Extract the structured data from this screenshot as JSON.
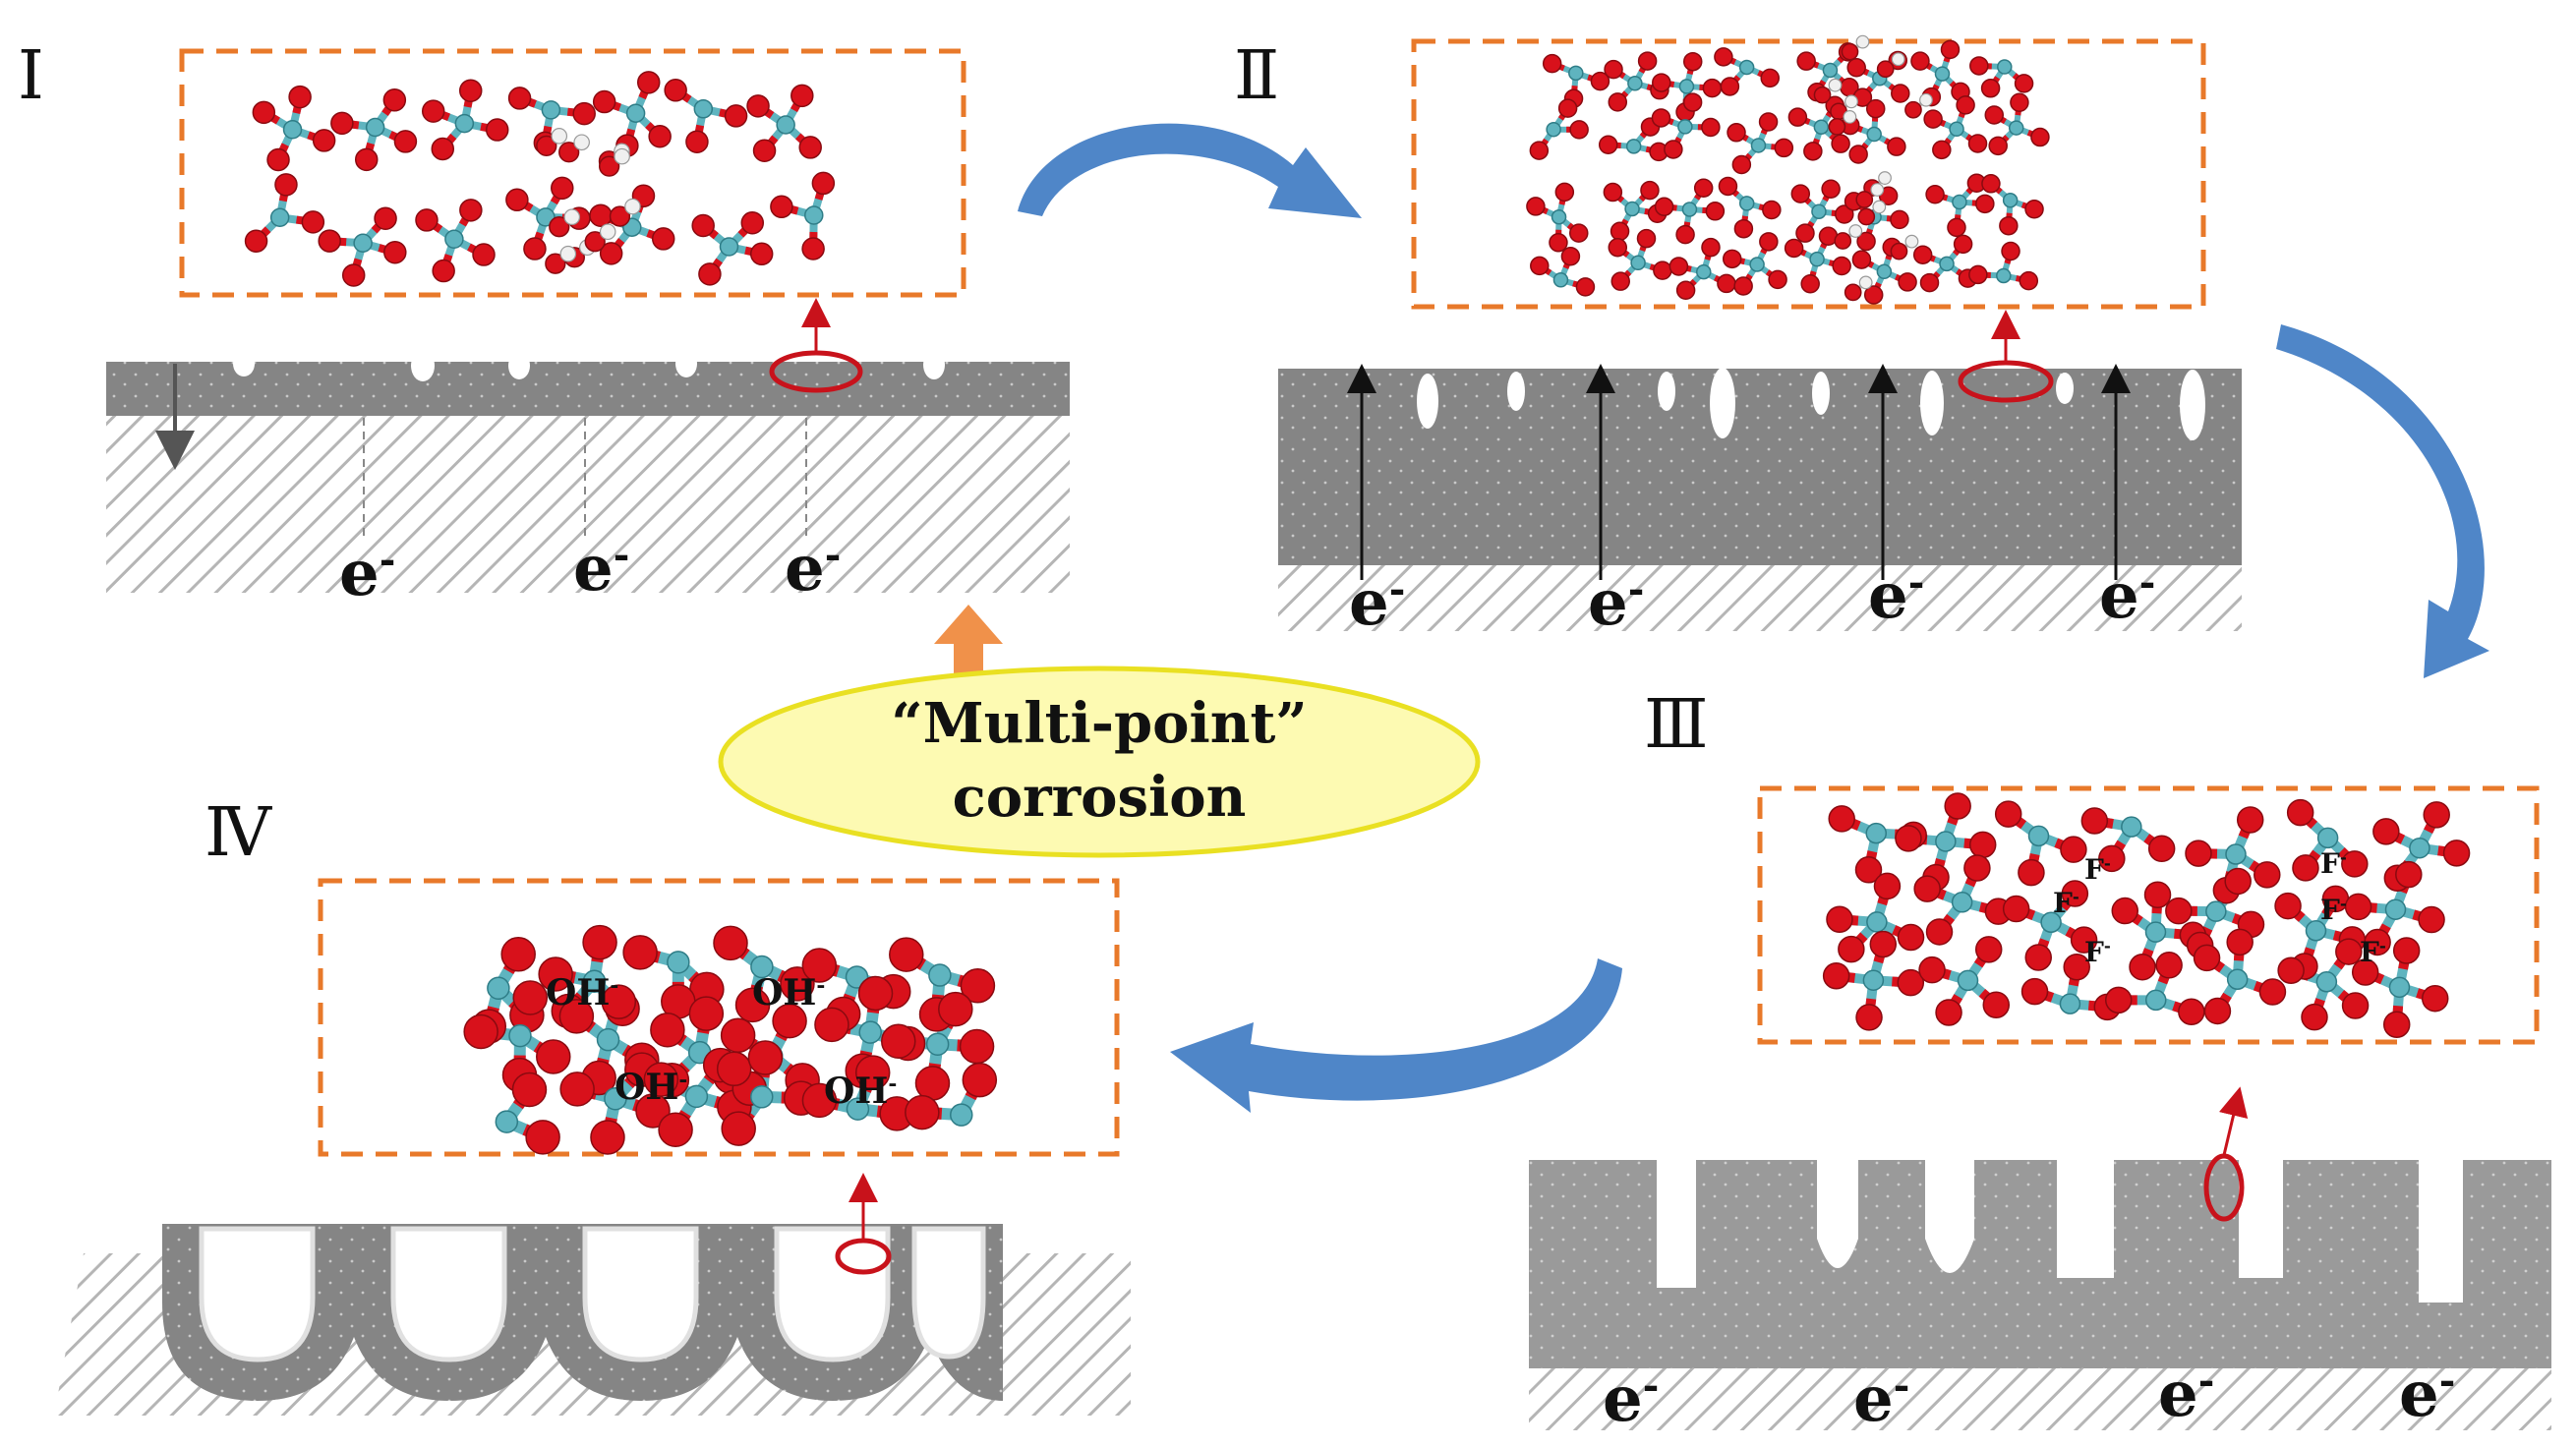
{
  "stages": [
    {
      "id": "I",
      "label": "Ⅰ",
      "electrons": [
        "e",
        "e",
        "e"
      ]
    },
    {
      "id": "II",
      "label": "Ⅱ",
      "electrons": [
        "e",
        "e",
        "e",
        "e"
      ]
    },
    {
      "id": "III",
      "label": "Ⅲ",
      "electrons": [
        "e",
        "e",
        "e",
        "e"
      ],
      "ion_label": "F",
      "ion_superscript": "-"
    },
    {
      "id": "IV",
      "label": "Ⅳ",
      "ion_label": "OH",
      "ion_superscript": "-"
    }
  ],
  "electron_superscript": "-",
  "center": {
    "line1": "“Multi-point”",
    "line2": "corrosion"
  },
  "colors": {
    "oxide_layer": "#858585",
    "oxide_layer_iii": "#9a9a9a",
    "substrate_hatch": "#b5b5b5",
    "frame": "#e8792a",
    "oxygen": "#d8111b",
    "metal": "#5fb4bf",
    "hydrogen": "#f0f0f0",
    "cycle_arrow": "#4f86c8",
    "up_arrow": "#f0914a",
    "ellipse_fill": "#fdfab2",
    "ellipse_stroke": "#e9e022",
    "highlight": "#c8121b"
  }
}
